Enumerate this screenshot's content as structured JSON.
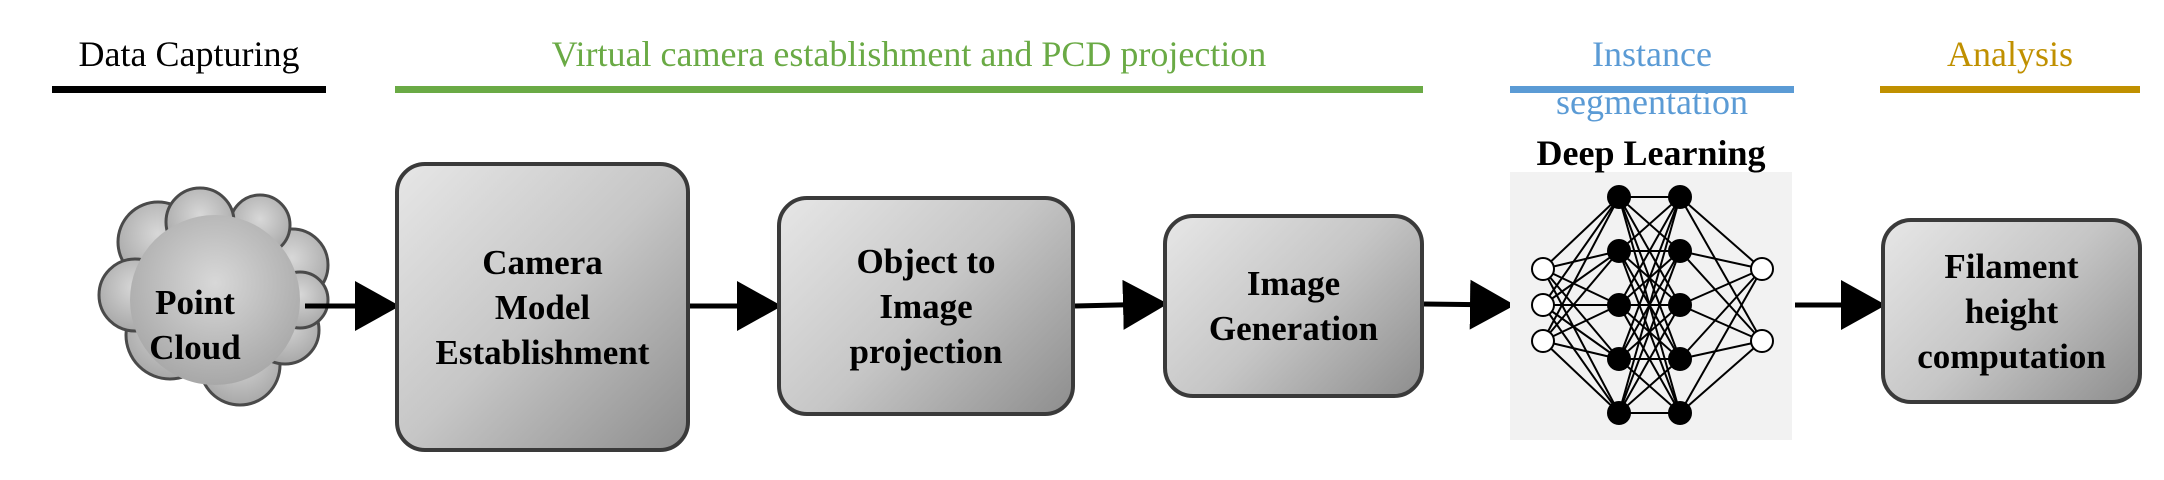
{
  "phases": {
    "capturing": {
      "label": "Data Capturing",
      "color": "#000000"
    },
    "projection": {
      "label": "Virtual camera establishment and PCD projection",
      "color": "#6aaa45"
    },
    "segmentation": {
      "label": "Instance segmentation",
      "color": "#5b9bd5"
    },
    "analysis": {
      "label": "Analysis",
      "color": "#c09000"
    }
  },
  "nodes": {
    "point_cloud": "Point\nCloud",
    "camera_model": "Camera\nModel\nEstablishment",
    "object_to_image": "Object to\nImage\nprojection",
    "image_generation": "Image\nGeneration",
    "deep_learning": "Deep Learning",
    "filament_height": "Filament\nheight\ncomputation"
  },
  "neural_net": {
    "layers": [
      3,
      5,
      5,
      2
    ],
    "node_colors": [
      "white",
      "black",
      "black",
      "white"
    ]
  }
}
